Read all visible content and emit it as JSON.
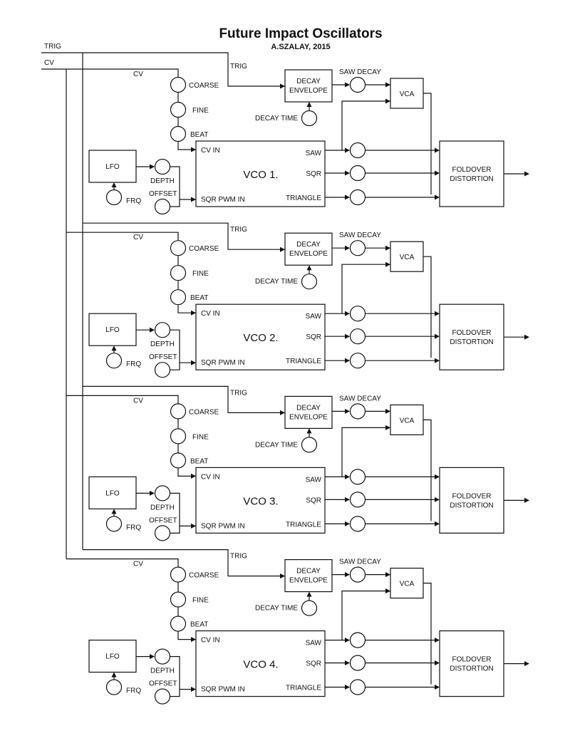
{
  "title": "Future Impact Oscillators",
  "subtitle": "A.SZALAY, 2015",
  "inputs": {
    "trig": "TRIG",
    "cv": "CV"
  },
  "labels": {
    "cv": "CV",
    "trig": "TRIG",
    "coarse": "COARSE",
    "fine": "FINE",
    "beat": "BEAT",
    "decay_envelope_line1": "DECAY",
    "decay_envelope_line2": "ENVELOPE",
    "decay_time": "DECAY TIME",
    "saw_decay": "SAW DECAY",
    "vca": "VCA",
    "lfo": "LFO",
    "frq": "FRQ",
    "depth": "DEPTH",
    "offset": "OFFSET",
    "cv_in": "CV IN",
    "sqr_pwm_in": "SQR PWM IN",
    "saw": "SAW",
    "sqr": "SQR",
    "triangle": "TRIANGLE",
    "foldover_line1": "FOLDOVER",
    "foldover_line2": "DISTORTION"
  },
  "oscillators": [
    {
      "name": "VCO 1."
    },
    {
      "name": "VCO 2."
    },
    {
      "name": "VCO 3."
    },
    {
      "name": "VCO 4."
    }
  ]
}
